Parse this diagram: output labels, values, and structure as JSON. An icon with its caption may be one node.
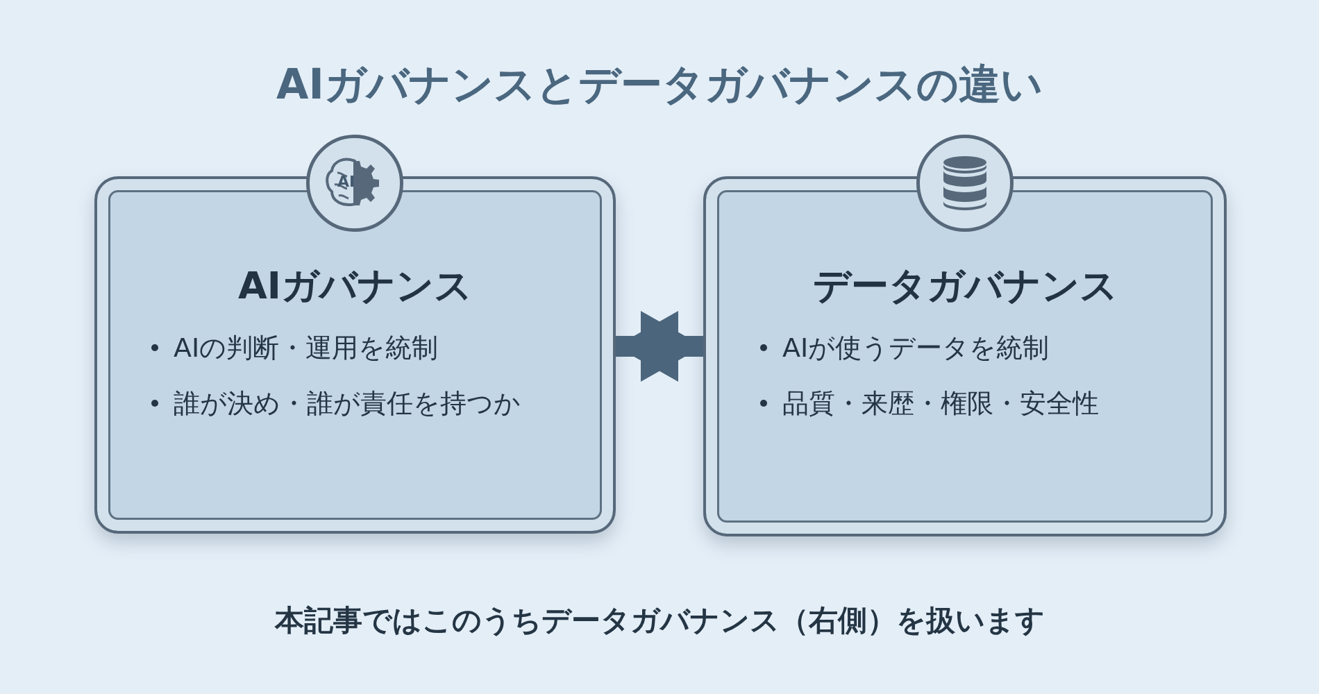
{
  "diagram": {
    "title": "AIガバナンスとデータガバナンスの違い",
    "nodes": [
      {
        "text": [
          "AIガバナンス",
          "AIの判断・運用を統制",
          "誰が決め・誰が責任を持つか"
        ]
      },
      {
        "text": [
          "データガバナンス",
          "AIが使うデータを統制",
          "品質・来歴・権限・安全性"
        ]
      }
    ],
    "edges": [
      {
        "from": 0,
        "to": 1,
        "arrow": "both"
      }
    ],
    "labels": [
      "AI"
    ],
    "caption": "本記事ではこのうちデータガバナンス（右側）を扱います"
  }
}
